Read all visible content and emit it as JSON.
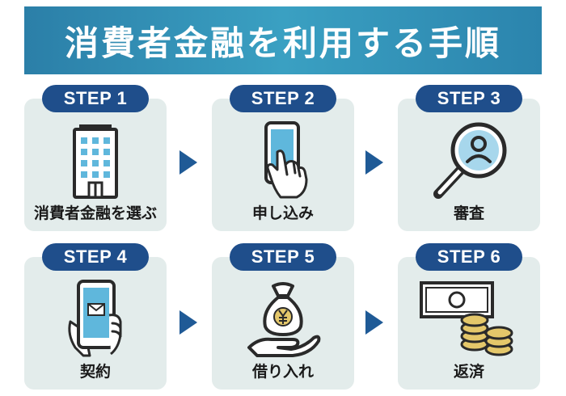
{
  "title": "消費者金融を利用する手順",
  "steps": [
    {
      "badge": "STEP 1",
      "label": "消費者金融を選ぶ",
      "icon": "building-icon"
    },
    {
      "badge": "STEP 2",
      "label": "申し込み",
      "icon": "smartphone-tap-icon"
    },
    {
      "badge": "STEP 3",
      "label": "審査",
      "icon": "magnifier-person-icon"
    },
    {
      "badge": "STEP 4",
      "label": "契約",
      "icon": "smartphone-mail-icon"
    },
    {
      "badge": "STEP 5",
      "label": "借り入れ",
      "icon": "money-bag-hand-icon"
    },
    {
      "badge": "STEP 6",
      "label": "返済",
      "icon": "banknote-coins-icon"
    }
  ],
  "colors": {
    "banner": "#3aa0c2",
    "badge": "#1f4e8b",
    "card": "#e3eceb",
    "arrow": "#1f5a96"
  }
}
